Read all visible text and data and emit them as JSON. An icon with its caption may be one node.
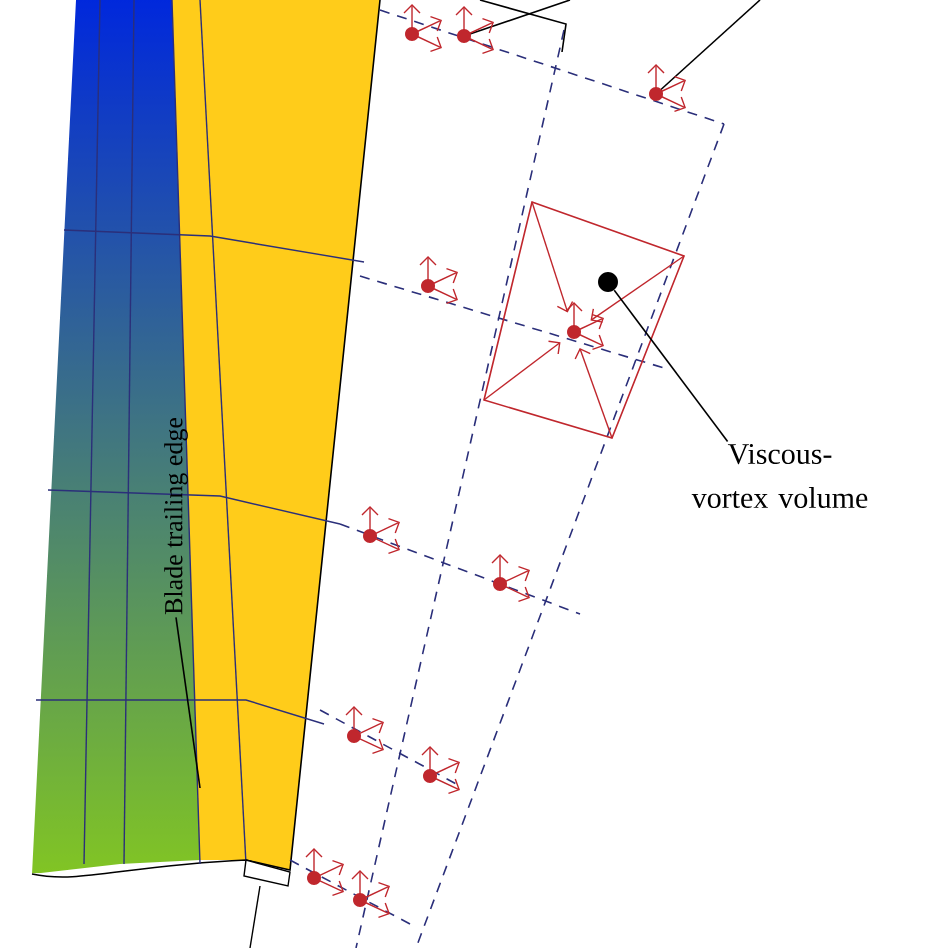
{
  "diagram": {
    "nodes": [
      {
        "text": [
          "Blade trailing edge"
        ]
      },
      {
        "text": [
          "Viscous- vortex volume"
        ]
      },
      {
        "text": [],
        "shape": "circle"
      }
    ],
    "edges": [
      {
        "from": 0,
        "to": null,
        "arrow": "none"
      },
      {
        "from": 1,
        "to": 2,
        "arrow": "none"
      }
    ]
  }
}
